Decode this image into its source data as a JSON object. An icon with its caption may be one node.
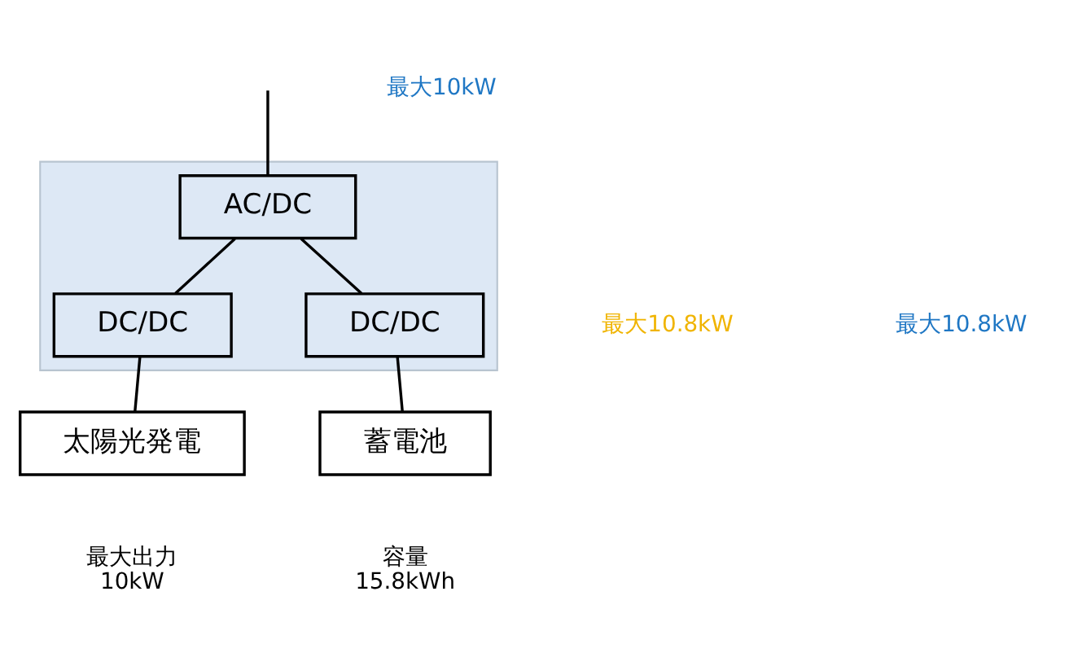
{
  "diagram": {
    "nodes": [
      {
        "text": [],
        "shape": "box"
      },
      {
        "text": [
          "AC/DC"
        ],
        "in": 0
      },
      {
        "text": [
          "DC/DC"
        ],
        "in": 0
      },
      {
        "text": [
          "DC/DC"
        ],
        "in": 0
      },
      {
        "text": [
          "太陽光発電"
        ],
        "beside": [
          "最大出力",
          "10kW"
        ]
      },
      {
        "text": [
          "蓄電池"
        ],
        "beside": [
          "容量",
          "15.8kWh"
        ]
      }
    ],
    "edges": [
      {
        "from": null,
        "to": 1,
        "arrow": "none"
      },
      {
        "from": 1,
        "to": 2,
        "arrow": "none"
      },
      {
        "from": 1,
        "to": 3,
        "arrow": "none"
      },
      {
        "from": 2,
        "to": 4,
        "arrow": "none"
      },
      {
        "from": 3,
        "to": 5,
        "arrow": "none"
      }
    ],
    "labels": [
      "最大10kW",
      "最大10.8kW",
      "最大10.8kW"
    ]
  }
}
